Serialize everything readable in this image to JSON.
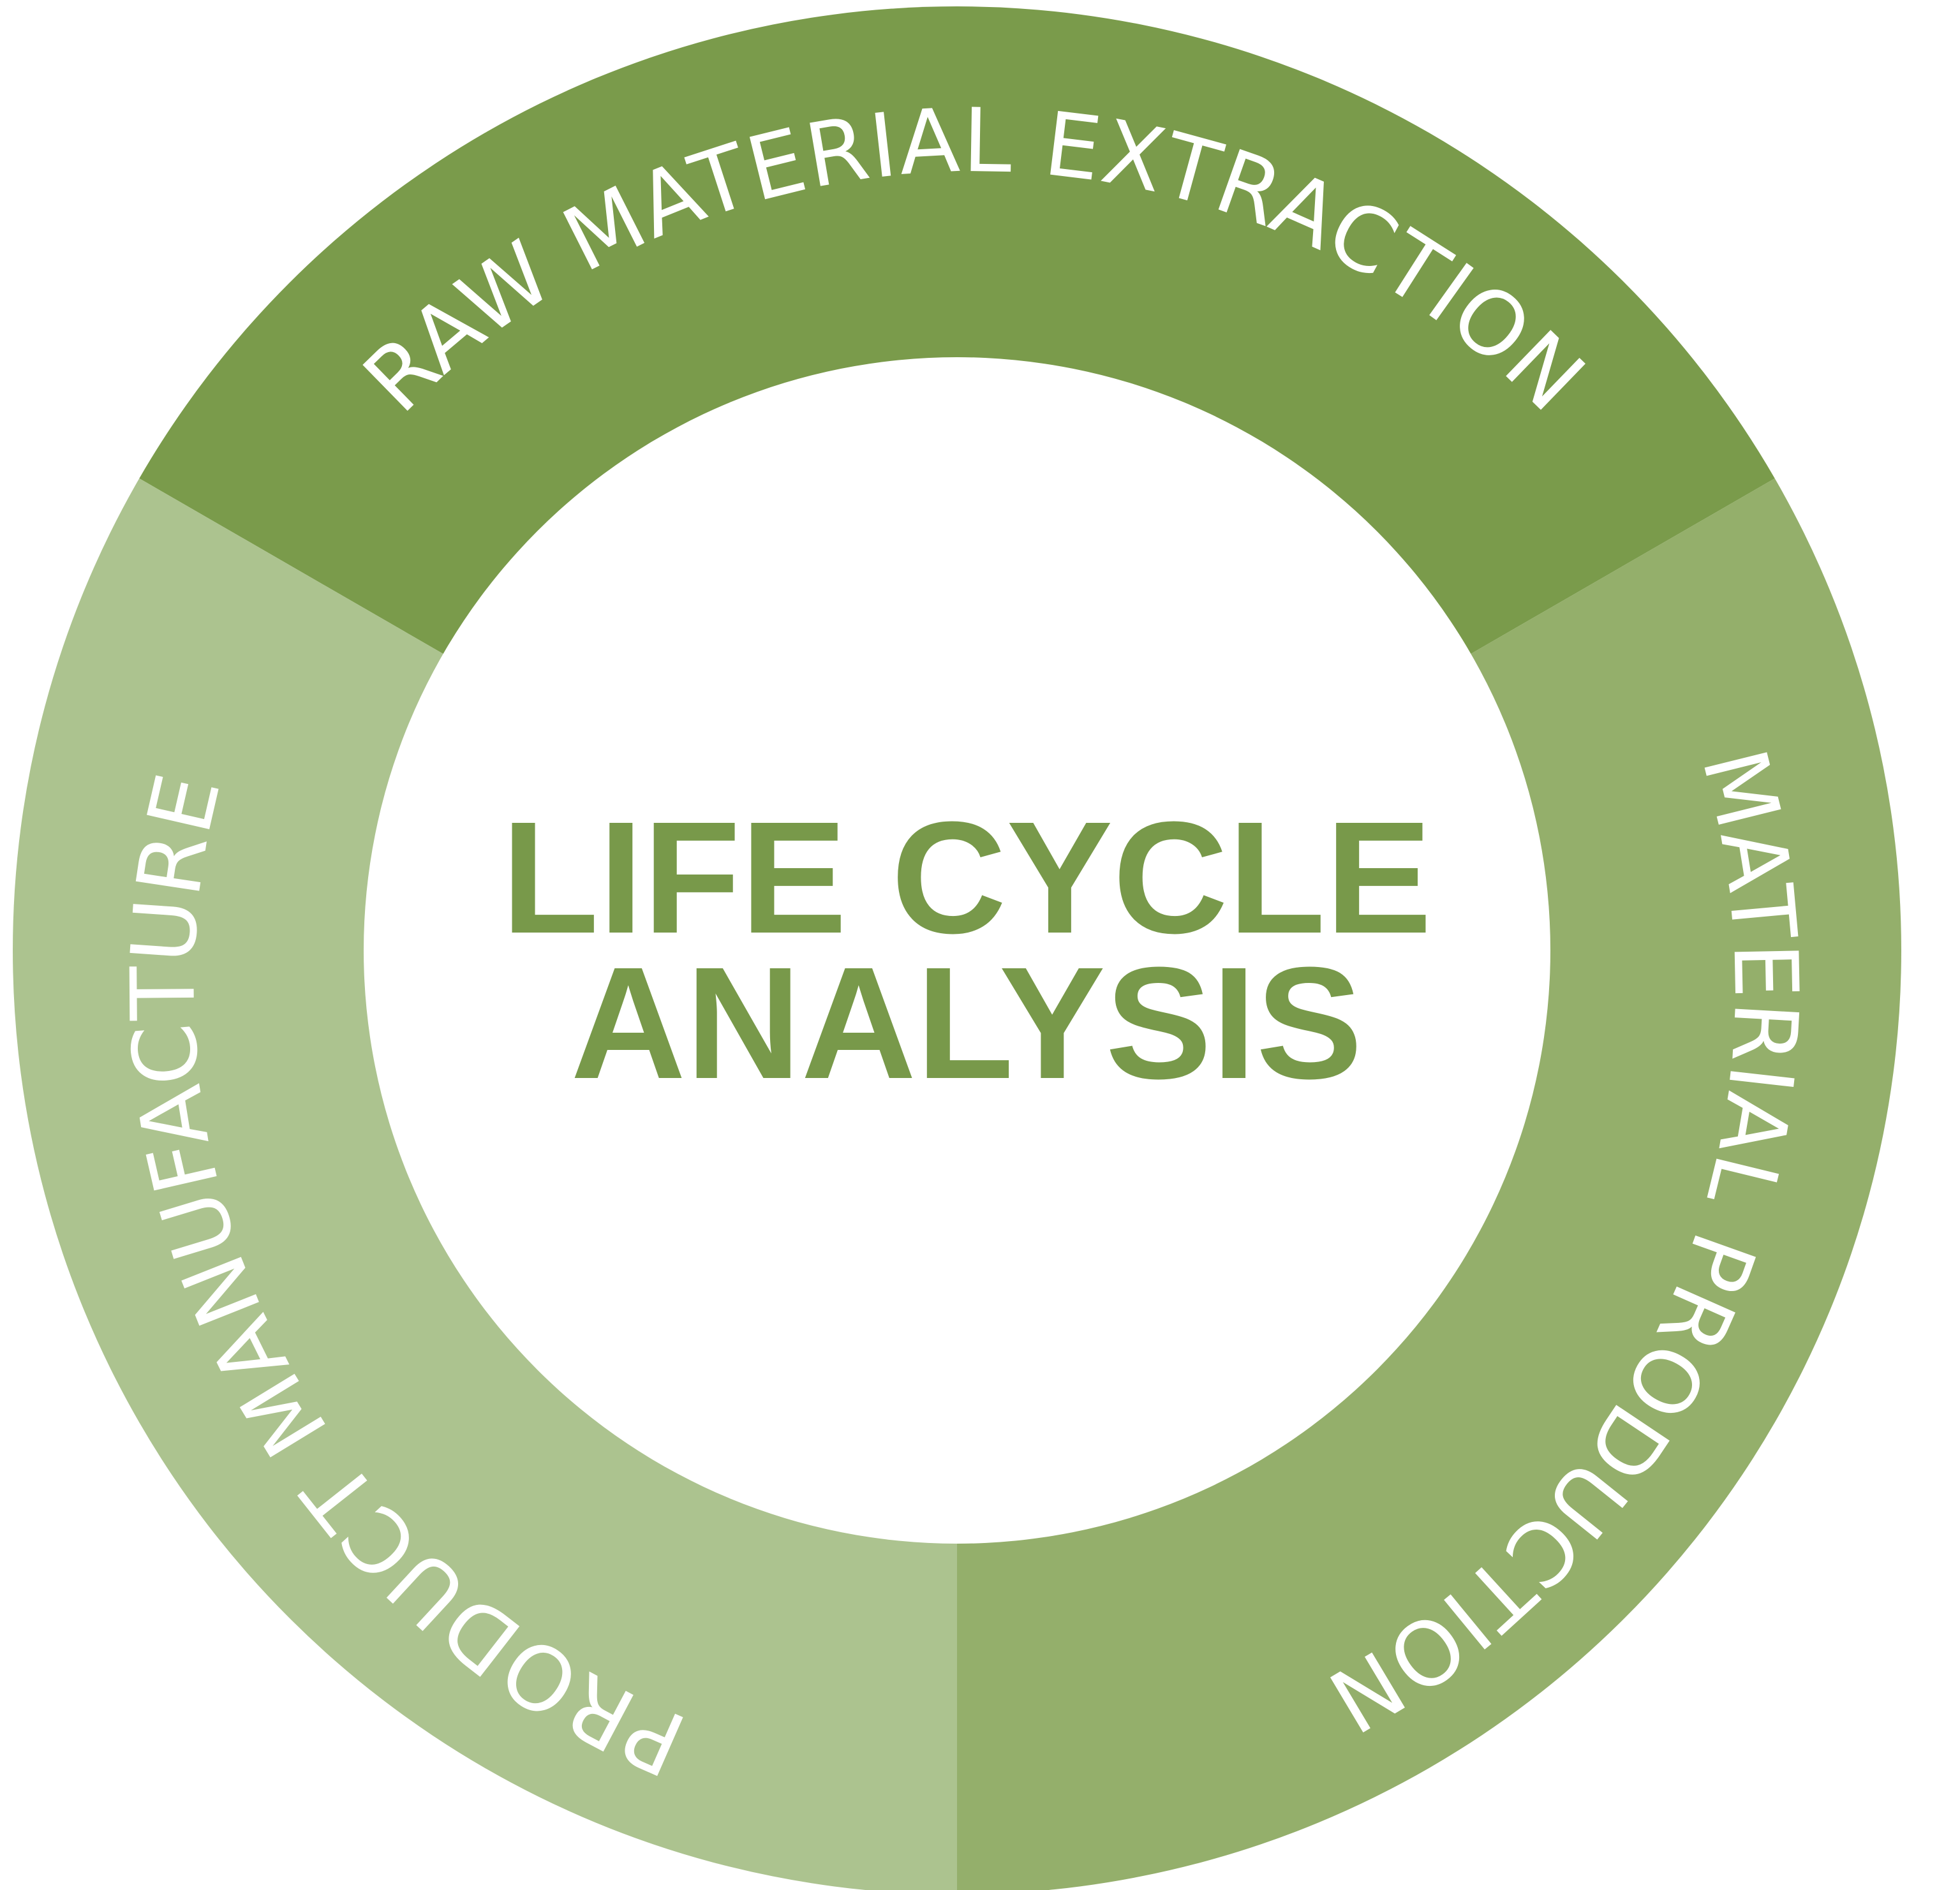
{
  "diagram": {
    "center_lines": [
      "LIFE CYCLE",
      "ANALYSIS"
    ],
    "center_color": "#78994a",
    "segments": [
      {
        "label": "RAW MATERIAL EXTRACTION",
        "color": "#7a9b4b"
      },
      {
        "label": "MATERIAL PRODUCTION",
        "color": "#94af6b"
      },
      {
        "label": "PRODUCT MANUFACTURE",
        "color": "#acc38f"
      }
    ]
  }
}
